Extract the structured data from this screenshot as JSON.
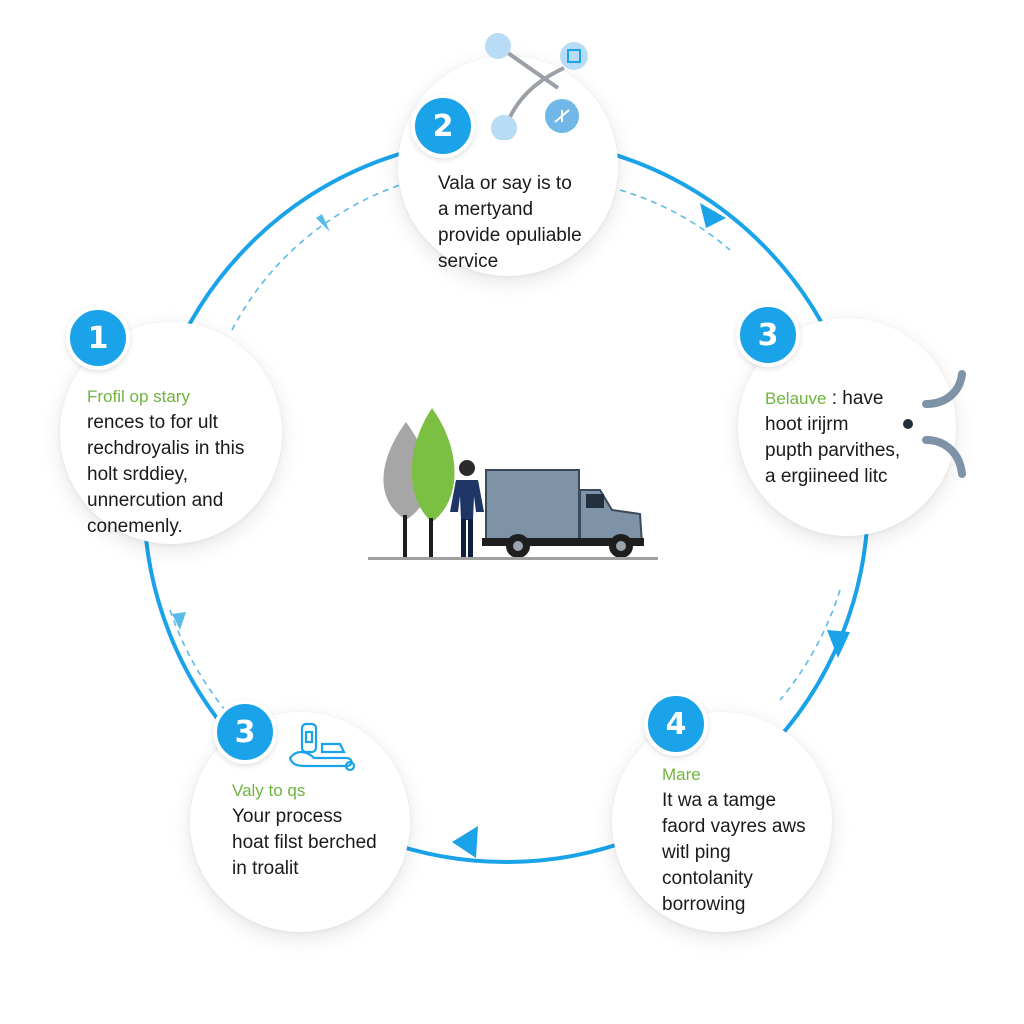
{
  "colors": {
    "accent": "#1aa3e8",
    "heading_green": "#6fb43f",
    "tree_gray": "#a6a6a6",
    "tree_green": "#7cc043",
    "truck_body": "#7f93a8"
  },
  "center_illustration": {
    "icons": [
      "tree-icon",
      "person-icon",
      "truck-icon"
    ]
  },
  "steps": [
    {
      "number": "1",
      "heading": "Frofil op stary",
      "lines": [
        "rences to for ult",
        "rechdroyalis in this",
        "holt srddiey,",
        "unnercution and",
        "conemenly."
      ]
    },
    {
      "number": "2",
      "heading": "",
      "lines": [
        "Vala or say is to",
        "a mertyand",
        "provide opuliable",
        "service"
      ],
      "icon": "network-icon"
    },
    {
      "number": "3",
      "heading": "Belauve",
      "heading_suffix": ": have",
      "lines": [
        "hoot irijrm",
        "pupth parvithes,",
        "a ergiineed litc"
      ],
      "icon": "signal-icon"
    },
    {
      "number": "4",
      "heading": "Mare",
      "lines": [
        "It wa a tamge",
        "faord vayres aws",
        "witl ping",
        "contolanity",
        "borrowing"
      ]
    },
    {
      "number": "3",
      "heading": "Valy to qs",
      "lines": [
        "Your process",
        "hoat filst berched",
        "in troalit"
      ],
      "icon": "tools-icon"
    }
  ]
}
